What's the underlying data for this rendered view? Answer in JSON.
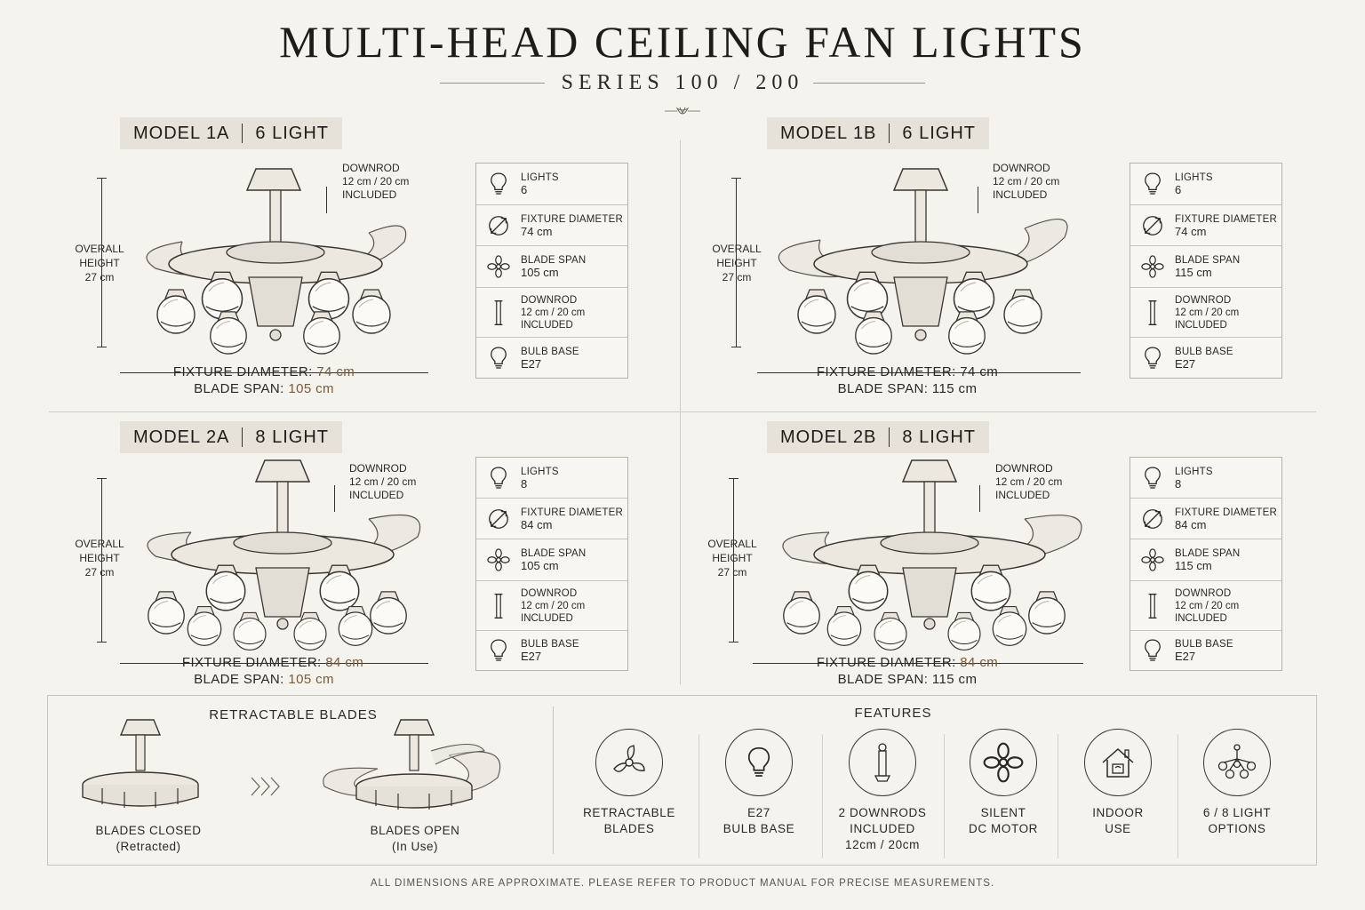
{
  "header": {
    "title": "MULTI-HEAD CEILING FAN LIGHTS",
    "subtitle": "SERIES 100 / 200"
  },
  "models": [
    {
      "name": "MODEL 1A",
      "lights_label": "6 LIGHT",
      "downrod_note": [
        "DOWNROD",
        "12 cm / 20 cm",
        "INCLUDED"
      ],
      "overall_height": [
        "OVERALL",
        "HEIGHT",
        "27 cm"
      ],
      "dim_fixture_label": "FIXTURE DIAMETER:",
      "dim_fixture_value": "74 cm",
      "dim_blade_label": "BLADE SPAN:",
      "dim_blade_value": "105 cm",
      "specs": {
        "lights": {
          "key": "LIGHTS",
          "value": "6"
        },
        "fixture": {
          "key": "FIXTURE DIAMETER",
          "value": "74 cm"
        },
        "blade": {
          "key": "BLADE SPAN",
          "value": "105 cm"
        },
        "downrod": {
          "key": "DOWNROD",
          "value": "12 cm / 20 cm",
          "value2": "INCLUDED"
        },
        "bulb": {
          "key": "BULB BASE",
          "value": "E27"
        }
      }
    },
    {
      "name": "MODEL 1B",
      "lights_label": "6 LIGHT",
      "downrod_note": [
        "DOWNROD",
        "12 cm / 20 cm",
        "INCLUDED"
      ],
      "overall_height": [
        "OVERALL",
        "HEIGHT",
        "27 cm"
      ],
      "dim_fixture_label": "FIXTURE DIAMETER:",
      "dim_fixture_value": "74 cm",
      "dim_blade_label": "BLADE SPAN:",
      "dim_blade_value": "115 cm",
      "specs": {
        "lights": {
          "key": "LIGHTS",
          "value": "6"
        },
        "fixture": {
          "key": "FIXTURE DIAMETER",
          "value": "74 cm"
        },
        "blade": {
          "key": "BLADE SPAN",
          "value": "115 cm"
        },
        "downrod": {
          "key": "DOWNROD",
          "value": "12 cm / 20 cm",
          "value2": "INCLUDED"
        },
        "bulb": {
          "key": "BULB BASE",
          "value": "E27"
        }
      }
    },
    {
      "name": "MODEL 2A",
      "lights_label": "8 LIGHT",
      "downrod_note": [
        "DOWNROD",
        "12 cm / 20 cm",
        "INCLUDED"
      ],
      "overall_height": [
        "OVERALL",
        "HEIGHT",
        "27 cm"
      ],
      "dim_fixture_label": "FIXTURE DIAMETER:",
      "dim_fixture_value": "84 cm",
      "dim_blade_label": "BLADE SPAN:",
      "dim_blade_value": "105 cm",
      "specs": {
        "lights": {
          "key": "LIGHTS",
          "value": "8"
        },
        "fixture": {
          "key": "FIXTURE DIAMETER",
          "value": "84 cm"
        },
        "blade": {
          "key": "BLADE SPAN",
          "value": "105 cm"
        },
        "downrod": {
          "key": "DOWNROD",
          "value": "12 cm / 20 cm",
          "value2": "INCLUDED"
        },
        "bulb": {
          "key": "BULB BASE",
          "value": "E27"
        }
      }
    },
    {
      "name": "MODEL 2B",
      "lights_label": "8 LIGHT",
      "downrod_note": [
        "DOWNROD",
        "12 cm / 20 cm",
        "INCLUDED"
      ],
      "overall_height": [
        "OVERALL",
        "HEIGHT",
        "27 cm"
      ],
      "dim_fixture_label": "FIXTURE DIAMETER:",
      "dim_fixture_value": "84 cm",
      "dim_blade_label": "BLADE SPAN:",
      "dim_blade_value": "115 cm",
      "specs": {
        "lights": {
          "key": "LIGHTS",
          "value": "8"
        },
        "fixture": {
          "key": "FIXTURE DIAMETER",
          "value": "84 cm"
        },
        "blade": {
          "key": "BLADE SPAN",
          "value": "115 cm"
        },
        "downrod": {
          "key": "DOWNROD",
          "value": "12 cm / 20 cm",
          "value2": "INCLUDED"
        },
        "bulb": {
          "key": "BULB BASE",
          "value": "E27"
        }
      }
    }
  ],
  "retractable": {
    "title": "RETRACTABLE BLADES",
    "closed_label": "BLADES CLOSED",
    "closed_sub": "(Retracted)",
    "open_label": "BLADES OPEN",
    "open_sub": "(In Use)"
  },
  "features": {
    "title": "FEATURES",
    "items": [
      {
        "icon": "fan-blade-icon",
        "line1": "RETRACTABLE",
        "line2": "BLADES",
        "line3": ""
      },
      {
        "icon": "bulb-icon",
        "line1": "E27",
        "line2": "BULB BASE",
        "line3": ""
      },
      {
        "icon": "downrod-icon",
        "line1": "2 DOWNRODS",
        "line2": "INCLUDED",
        "line3": "12cm / 20cm"
      },
      {
        "icon": "motor-fan-icon",
        "line1": "SILENT",
        "line2": "DC MOTOR",
        "line3": ""
      },
      {
        "icon": "house-icon",
        "line1": "INDOOR",
        "line2": "USE",
        "line3": ""
      },
      {
        "icon": "multi-light-icon",
        "line1": "6 / 8 LIGHT",
        "line2": "OPTIONS",
        "line3": ""
      }
    ]
  },
  "footnote": "ALL DIMENSIONS ARE APPROXIMATE. PLEASE REFER TO PRODUCT MANUAL FOR PRECISE MEASUREMENTS.",
  "colors": {
    "background": "#f5f3ee",
    "ink": "#2b2824",
    "accent": "#7a5a3a",
    "tag": "#e6e2da"
  }
}
